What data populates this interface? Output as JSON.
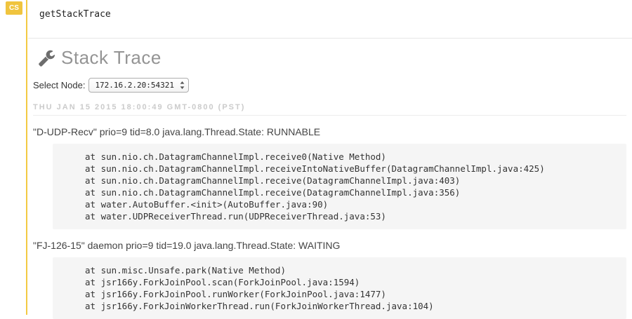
{
  "cell": {
    "badge": "CS",
    "input": "getStackTrace"
  },
  "stacktrace": {
    "title": "Stack Trace",
    "select_node_label": "Select Node:",
    "selected_node": "172.16.2.20:54321",
    "timestamp": "THU JAN 15 2015 18:00:49 GMT-0800 (PST)",
    "threads": [
      {
        "header": "\"D-UDP-Recv\" prio=9 tid=8.0 java.lang.Thread.State: RUNNABLE",
        "frames": [
          "at sun.nio.ch.DatagramChannelImpl.receive0(Native Method)",
          "at sun.nio.ch.DatagramChannelImpl.receiveIntoNativeBuffer(DatagramChannelImpl.java:425)",
          "at sun.nio.ch.DatagramChannelImpl.receive(DatagramChannelImpl.java:403)",
          "at sun.nio.ch.DatagramChannelImpl.receive(DatagramChannelImpl.java:356)",
          "at water.AutoBuffer.<init>(AutoBuffer.java:90)",
          "at water.UDPReceiverThread.run(UDPReceiverThread.java:53)"
        ]
      },
      {
        "header": "\"FJ-126-15\" daemon prio=9 tid=19.0 java.lang.Thread.State: WAITING",
        "frames": [
          "at sun.misc.Unsafe.park(Native Method)",
          "at jsr166y.ForkJoinPool.scan(ForkJoinPool.java:1594)",
          "at jsr166y.ForkJoinPool.runWorker(ForkJoinPool.java:1477)",
          "at jsr166y.ForkJoinWorkerThread.run(ForkJoinWorkerThread.java:104)"
        ]
      }
    ]
  },
  "icons": {
    "title_icon": "wrench-icon",
    "select_icon": "updown-arrows-icon"
  },
  "colors": {
    "accent": "#f3ca43",
    "badge_bg": "#f0c43e",
    "code_block_bg": "#f5f5f5",
    "timestamp_text": "#cbcbcb"
  }
}
